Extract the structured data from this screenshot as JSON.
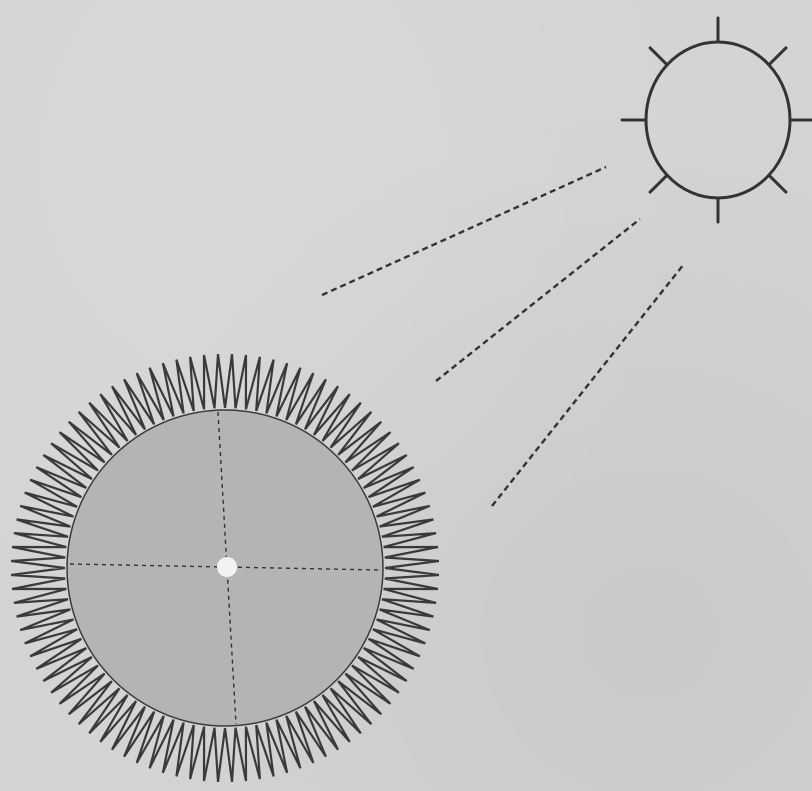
{
  "colors": {
    "background": "#d4d4d4",
    "ink": "#333333",
    "disc_fill": "#b4b4b4",
    "fringe": "#3a3a3a",
    "center_dot": "#f2f2f2"
  },
  "diagram": {
    "sun": {
      "icon": "sun-icon",
      "ray_count": 8
    },
    "light_rays": {
      "count": 3,
      "style": "dashed"
    },
    "disc": {
      "icon": "serrated-disc",
      "tooth_count": 96,
      "crosshair": "dashed",
      "center_marker": "dot"
    }
  }
}
